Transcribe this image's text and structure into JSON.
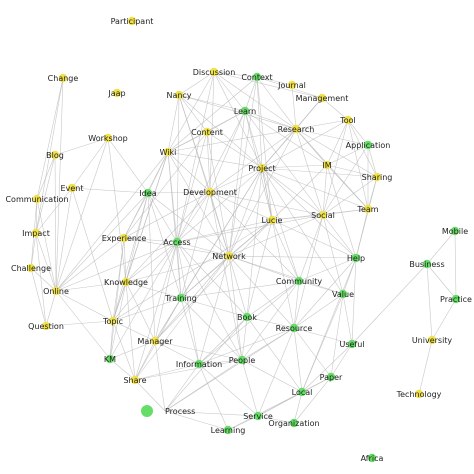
{
  "colors": {
    "green": "#66dd66",
    "yellow": "#f2e24a",
    "edge": "#b5b5b5",
    "label": "#222222"
  },
  "nodes": [
    {
      "id": "participant",
      "label": "Participant",
      "color": "yellow"
    },
    {
      "id": "change",
      "label": "Change",
      "color": "yellow"
    },
    {
      "id": "jaap",
      "label": "Jaap",
      "color": "yellow"
    },
    {
      "id": "nancy",
      "label": "Nancy",
      "color": "yellow"
    },
    {
      "id": "discussion",
      "label": "Discussion",
      "color": "yellow"
    },
    {
      "id": "context",
      "label": "Context",
      "color": "green"
    },
    {
      "id": "journal",
      "label": "Journal",
      "color": "yellow"
    },
    {
      "id": "management",
      "label": "Management",
      "color": "yellow"
    },
    {
      "id": "learn",
      "label": "Learn",
      "color": "green"
    },
    {
      "id": "tool",
      "label": "Tool",
      "color": "yellow"
    },
    {
      "id": "content",
      "label": "Content",
      "color": "yellow"
    },
    {
      "id": "research",
      "label": "Research",
      "color": "yellow"
    },
    {
      "id": "workshop",
      "label": "Workshop",
      "color": "yellow"
    },
    {
      "id": "application",
      "label": "Application",
      "color": "green"
    },
    {
      "id": "blog",
      "label": "Blog",
      "color": "yellow"
    },
    {
      "id": "wiki",
      "label": "Wiki",
      "color": "yellow"
    },
    {
      "id": "project",
      "label": "Project",
      "color": "yellow"
    },
    {
      "id": "im",
      "label": "IM",
      "color": "yellow"
    },
    {
      "id": "sharing",
      "label": "Sharing",
      "color": "yellow"
    },
    {
      "id": "event",
      "label": "Event",
      "color": "yellow"
    },
    {
      "id": "idea",
      "label": "Idea",
      "color": "green"
    },
    {
      "id": "development",
      "label": "Development",
      "color": "yellow"
    },
    {
      "id": "communication",
      "label": "Communication",
      "color": "yellow"
    },
    {
      "id": "team",
      "label": "Team",
      "color": "yellow"
    },
    {
      "id": "social",
      "label": "Social",
      "color": "yellow"
    },
    {
      "id": "lucie",
      "label": "Lucie",
      "color": "yellow"
    },
    {
      "id": "impact",
      "label": "Impact",
      "color": "yellow"
    },
    {
      "id": "experience",
      "label": "Experience",
      "color": "yellow"
    },
    {
      "id": "access",
      "label": "Access",
      "color": "green"
    },
    {
      "id": "mobile",
      "label": "Mobile",
      "color": "green"
    },
    {
      "id": "network",
      "label": "Network",
      "color": "yellow"
    },
    {
      "id": "help",
      "label": "Help",
      "color": "green"
    },
    {
      "id": "challenge",
      "label": "Challenge",
      "color": "yellow"
    },
    {
      "id": "business",
      "label": "Business",
      "color": "green"
    },
    {
      "id": "community",
      "label": "Community",
      "color": "green"
    },
    {
      "id": "knowledge",
      "label": "Knowledge",
      "color": "yellow"
    },
    {
      "id": "online",
      "label": "Online",
      "color": "yellow"
    },
    {
      "id": "value",
      "label": "Value",
      "color": "green"
    },
    {
      "id": "training",
      "label": "Training",
      "color": "green"
    },
    {
      "id": "practice",
      "label": "Practice",
      "color": "green"
    },
    {
      "id": "book",
      "label": "Book",
      "color": "green"
    },
    {
      "id": "question",
      "label": "Question",
      "color": "yellow"
    },
    {
      "id": "topic",
      "label": "Topic",
      "color": "yellow"
    },
    {
      "id": "resource",
      "label": "Resource",
      "color": "green"
    },
    {
      "id": "university",
      "label": "University",
      "color": "yellow"
    },
    {
      "id": "manager",
      "label": "Manager",
      "color": "yellow"
    },
    {
      "id": "useful",
      "label": "Useful",
      "color": "green"
    },
    {
      "id": "km",
      "label": "KM",
      "color": "green"
    },
    {
      "id": "people",
      "label": "People",
      "color": "green"
    },
    {
      "id": "information",
      "label": "Information",
      "color": "green"
    },
    {
      "id": "paper",
      "label": "Paper",
      "color": "green"
    },
    {
      "id": "share",
      "label": "Share",
      "color": "yellow"
    },
    {
      "id": "local",
      "label": "Local",
      "color": "green"
    },
    {
      "id": "technology",
      "label": "Technology",
      "color": "yellow"
    },
    {
      "id": "process",
      "label": "Process",
      "color": "green"
    },
    {
      "id": "service",
      "label": "Service",
      "color": "green"
    },
    {
      "id": "organization",
      "label": "Organization",
      "color": "green"
    },
    {
      "id": "learning",
      "label": "Learning",
      "color": "green"
    },
    {
      "id": "africa",
      "label": "Africa",
      "color": "green"
    }
  ],
  "edges": [
    [
      "change",
      "online"
    ],
    [
      "change",
      "communication"
    ],
    [
      "change",
      "impact"
    ],
    [
      "workshop",
      "blog"
    ],
    [
      "workshop",
      "event"
    ],
    [
      "workshop",
      "knowledge"
    ],
    [
      "workshop",
      "online"
    ],
    [
      "workshop",
      "idea"
    ],
    [
      "blog",
      "communication"
    ],
    [
      "blog",
      "online"
    ],
    [
      "blog",
      "impact"
    ],
    [
      "communication",
      "impact"
    ],
    [
      "communication",
      "online"
    ],
    [
      "communication",
      "challenge"
    ],
    [
      "event",
      "idea"
    ],
    [
      "event",
      "online"
    ],
    [
      "event",
      "impact"
    ],
    [
      "event",
      "topic"
    ],
    [
      "impact",
      "challenge"
    ],
    [
      "impact",
      "online"
    ],
    [
      "impact",
      "question"
    ],
    [
      "challenge",
      "online"
    ],
    [
      "challenge",
      "question"
    ],
    [
      "online",
      "question"
    ],
    [
      "online",
      "topic"
    ],
    [
      "online",
      "knowledge"
    ],
    [
      "online",
      "experience"
    ],
    [
      "online",
      "idea"
    ],
    [
      "online",
      "access"
    ],
    [
      "online",
      "km"
    ],
    [
      "question",
      "topic"
    ],
    [
      "nancy",
      "discussion"
    ],
    [
      "nancy",
      "wiki"
    ],
    [
      "nancy",
      "content"
    ],
    [
      "nancy",
      "learn"
    ],
    [
      "nancy",
      "research"
    ],
    [
      "nancy",
      "project"
    ],
    [
      "nancy",
      "development"
    ],
    [
      "nancy",
      "network"
    ],
    [
      "nancy",
      "access"
    ],
    [
      "discussion",
      "context"
    ],
    [
      "discussion",
      "learn"
    ],
    [
      "discussion",
      "wiki"
    ],
    [
      "discussion",
      "research"
    ],
    [
      "discussion",
      "project"
    ],
    [
      "discussion",
      "development"
    ],
    [
      "discussion",
      "access"
    ],
    [
      "discussion",
      "management"
    ],
    [
      "context",
      "learn"
    ],
    [
      "context",
      "research"
    ],
    [
      "context",
      "project"
    ],
    [
      "context",
      "journal"
    ],
    [
      "context",
      "management"
    ],
    [
      "context",
      "wiki"
    ],
    [
      "context",
      "network"
    ],
    [
      "context",
      "lucie"
    ],
    [
      "journal",
      "research"
    ],
    [
      "management",
      "research"
    ],
    [
      "management",
      "tool"
    ],
    [
      "management",
      "project"
    ],
    [
      "learn",
      "research"
    ],
    [
      "learn",
      "project"
    ],
    [
      "learn",
      "content"
    ],
    [
      "learn",
      "wiki"
    ],
    [
      "learn",
      "development"
    ],
    [
      "learn",
      "access"
    ],
    [
      "learn",
      "network"
    ],
    [
      "learn",
      "lucie"
    ],
    [
      "learn",
      "social"
    ],
    [
      "learn",
      "im"
    ],
    [
      "tool",
      "research"
    ],
    [
      "tool",
      "project"
    ],
    [
      "tool",
      "application"
    ],
    [
      "tool",
      "sharing"
    ],
    [
      "tool",
      "im"
    ],
    [
      "tool",
      "social"
    ],
    [
      "tool",
      "team"
    ],
    [
      "content",
      "wiki"
    ],
    [
      "content",
      "project"
    ],
    [
      "content",
      "development"
    ],
    [
      "content",
      "access"
    ],
    [
      "content",
      "network"
    ],
    [
      "content",
      "experience"
    ],
    [
      "research",
      "project"
    ],
    [
      "research",
      "im"
    ],
    [
      "research",
      "application"
    ],
    [
      "research",
      "sharing"
    ],
    [
      "research",
      "wiki"
    ],
    [
      "research",
      "development"
    ],
    [
      "research",
      "network"
    ],
    [
      "research",
      "social"
    ],
    [
      "research",
      "team"
    ],
    [
      "application",
      "sharing"
    ],
    [
      "application",
      "im"
    ],
    [
      "application",
      "team"
    ],
    [
      "application",
      "social"
    ],
    [
      "wiki",
      "project"
    ],
    [
      "wiki",
      "idea"
    ],
    [
      "wiki",
      "development"
    ],
    [
      "wiki",
      "access"
    ],
    [
      "wiki",
      "experience"
    ],
    [
      "wiki",
      "network"
    ],
    [
      "wiki",
      "knowledge"
    ],
    [
      "wiki",
      "topic"
    ],
    [
      "wiki",
      "training"
    ],
    [
      "wiki",
      "online"
    ],
    [
      "project",
      "im"
    ],
    [
      "project",
      "sharing"
    ],
    [
      "project",
      "development"
    ],
    [
      "project",
      "social"
    ],
    [
      "project",
      "team"
    ],
    [
      "project",
      "lucie"
    ],
    [
      "project",
      "network"
    ],
    [
      "project",
      "access"
    ],
    [
      "project",
      "help"
    ],
    [
      "project",
      "community"
    ],
    [
      "project",
      "training"
    ],
    [
      "project",
      "manager"
    ],
    [
      "project",
      "resource"
    ],
    [
      "project",
      "book"
    ],
    [
      "project",
      "value"
    ],
    [
      "im",
      "sharing"
    ],
    [
      "im",
      "social"
    ],
    [
      "im",
      "team"
    ],
    [
      "im",
      "lucie"
    ],
    [
      "im",
      "help"
    ],
    [
      "sharing",
      "team"
    ],
    [
      "sharing",
      "social"
    ],
    [
      "sharing",
      "help"
    ],
    [
      "idea",
      "development"
    ],
    [
      "idea",
      "experience"
    ],
    [
      "idea",
      "access"
    ],
    [
      "idea",
      "network"
    ],
    [
      "idea",
      "knowledge"
    ],
    [
      "idea",
      "training"
    ],
    [
      "idea",
      "topic"
    ],
    [
      "idea",
      "manager"
    ],
    [
      "development",
      "access"
    ],
    [
      "development",
      "network"
    ],
    [
      "development",
      "lucie"
    ],
    [
      "development",
      "social"
    ],
    [
      "development",
      "experience"
    ],
    [
      "development",
      "knowledge"
    ],
    [
      "development",
      "training"
    ],
    [
      "development",
      "community"
    ],
    [
      "development",
      "people"
    ],
    [
      "team",
      "social"
    ],
    [
      "team",
      "help"
    ],
    [
      "team",
      "lucie"
    ],
    [
      "social",
      "lucie"
    ],
    [
      "social",
      "network"
    ],
    [
      "social",
      "help"
    ],
    [
      "social",
      "community"
    ],
    [
      "social",
      "value"
    ],
    [
      "social",
      "resource"
    ],
    [
      "social",
      "access"
    ],
    [
      "lucie",
      "network"
    ],
    [
      "lucie",
      "access"
    ],
    [
      "lucie",
      "help"
    ],
    [
      "lucie",
      "community"
    ],
    [
      "lucie",
      "training"
    ],
    [
      "lucie",
      "book"
    ],
    [
      "lucie",
      "manager"
    ],
    [
      "lucie",
      "topic"
    ],
    [
      "experience",
      "access"
    ],
    [
      "experience",
      "knowledge"
    ],
    [
      "experience",
      "topic"
    ],
    [
      "experience",
      "network"
    ],
    [
      "experience",
      "km"
    ],
    [
      "access",
      "network"
    ],
    [
      "access",
      "knowledge"
    ],
    [
      "access",
      "training"
    ],
    [
      "access",
      "topic"
    ],
    [
      "access",
      "manager"
    ],
    [
      "access",
      "people"
    ],
    [
      "access",
      "information"
    ],
    [
      "access",
      "km"
    ],
    [
      "access",
      "share"
    ],
    [
      "access",
      "book"
    ],
    [
      "network",
      "knowledge"
    ],
    [
      "network",
      "community"
    ],
    [
      "network",
      "training"
    ],
    [
      "network",
      "book"
    ],
    [
      "network",
      "manager"
    ],
    [
      "network",
      "people"
    ],
    [
      "network",
      "resource"
    ],
    [
      "network",
      "help"
    ],
    [
      "network",
      "value"
    ],
    [
      "network",
      "information"
    ],
    [
      "network",
      "share"
    ],
    [
      "help",
      "community"
    ],
    [
      "help",
      "value"
    ],
    [
      "help",
      "resource"
    ],
    [
      "help",
      "useful"
    ],
    [
      "help",
      "local"
    ],
    [
      "knowledge",
      "topic"
    ],
    [
      "knowledge",
      "training"
    ],
    [
      "knowledge",
      "manager"
    ],
    [
      "knowledge",
      "km"
    ],
    [
      "knowledge",
      "share"
    ],
    [
      "community",
      "value"
    ],
    [
      "community",
      "resource"
    ],
    [
      "community",
      "book"
    ],
    [
      "community",
      "people"
    ],
    [
      "community",
      "training"
    ],
    [
      "community",
      "information"
    ],
    [
      "value",
      "resource"
    ],
    [
      "value",
      "useful"
    ],
    [
      "value",
      "local"
    ],
    [
      "value",
      "paper"
    ],
    [
      "training",
      "topic"
    ],
    [
      "training",
      "manager"
    ],
    [
      "training",
      "book"
    ],
    [
      "training",
      "information"
    ],
    [
      "training",
      "people"
    ],
    [
      "training",
      "share"
    ],
    [
      "book",
      "resource"
    ],
    [
      "book",
      "people"
    ],
    [
      "book",
      "information"
    ],
    [
      "book",
      "local"
    ],
    [
      "book",
      "process"
    ],
    [
      "topic",
      "km"
    ],
    [
      "topic",
      "manager"
    ],
    [
      "topic",
      "share"
    ],
    [
      "resource",
      "people"
    ],
    [
      "resource",
      "local"
    ],
    [
      "resource",
      "useful"
    ],
    [
      "resource",
      "paper"
    ],
    [
      "resource",
      "information"
    ],
    [
      "resource",
      "service"
    ],
    [
      "resource",
      "process"
    ],
    [
      "manager",
      "km"
    ],
    [
      "manager",
      "share"
    ],
    [
      "manager",
      "information"
    ],
    [
      "manager",
      "people"
    ],
    [
      "manager",
      "process"
    ],
    [
      "useful",
      "paper"
    ],
    [
      "useful",
      "local"
    ],
    [
      "useful",
      "business"
    ],
    [
      "people",
      "information"
    ],
    [
      "people",
      "local"
    ],
    [
      "people",
      "process"
    ],
    [
      "people",
      "service"
    ],
    [
      "people",
      "share"
    ],
    [
      "information",
      "process"
    ],
    [
      "information",
      "share"
    ],
    [
      "information",
      "service"
    ],
    [
      "information",
      "learning"
    ],
    [
      "local",
      "paper"
    ],
    [
      "local",
      "service"
    ],
    [
      "local",
      "organization"
    ],
    [
      "local",
      "learning"
    ],
    [
      "paper",
      "service"
    ],
    [
      "paper",
      "organization"
    ],
    [
      "share",
      "km"
    ],
    [
      "share",
      "process"
    ],
    [
      "process",
      "service"
    ],
    [
      "process",
      "learning"
    ],
    [
      "service",
      "learning"
    ],
    [
      "service",
      "organization"
    ],
    [
      "mobile",
      "business"
    ],
    [
      "mobile",
      "practice"
    ],
    [
      "business",
      "practice"
    ],
    [
      "business",
      "university"
    ],
    [
      "practice",
      "university"
    ],
    [
      "university",
      "technology"
    ]
  ]
}
